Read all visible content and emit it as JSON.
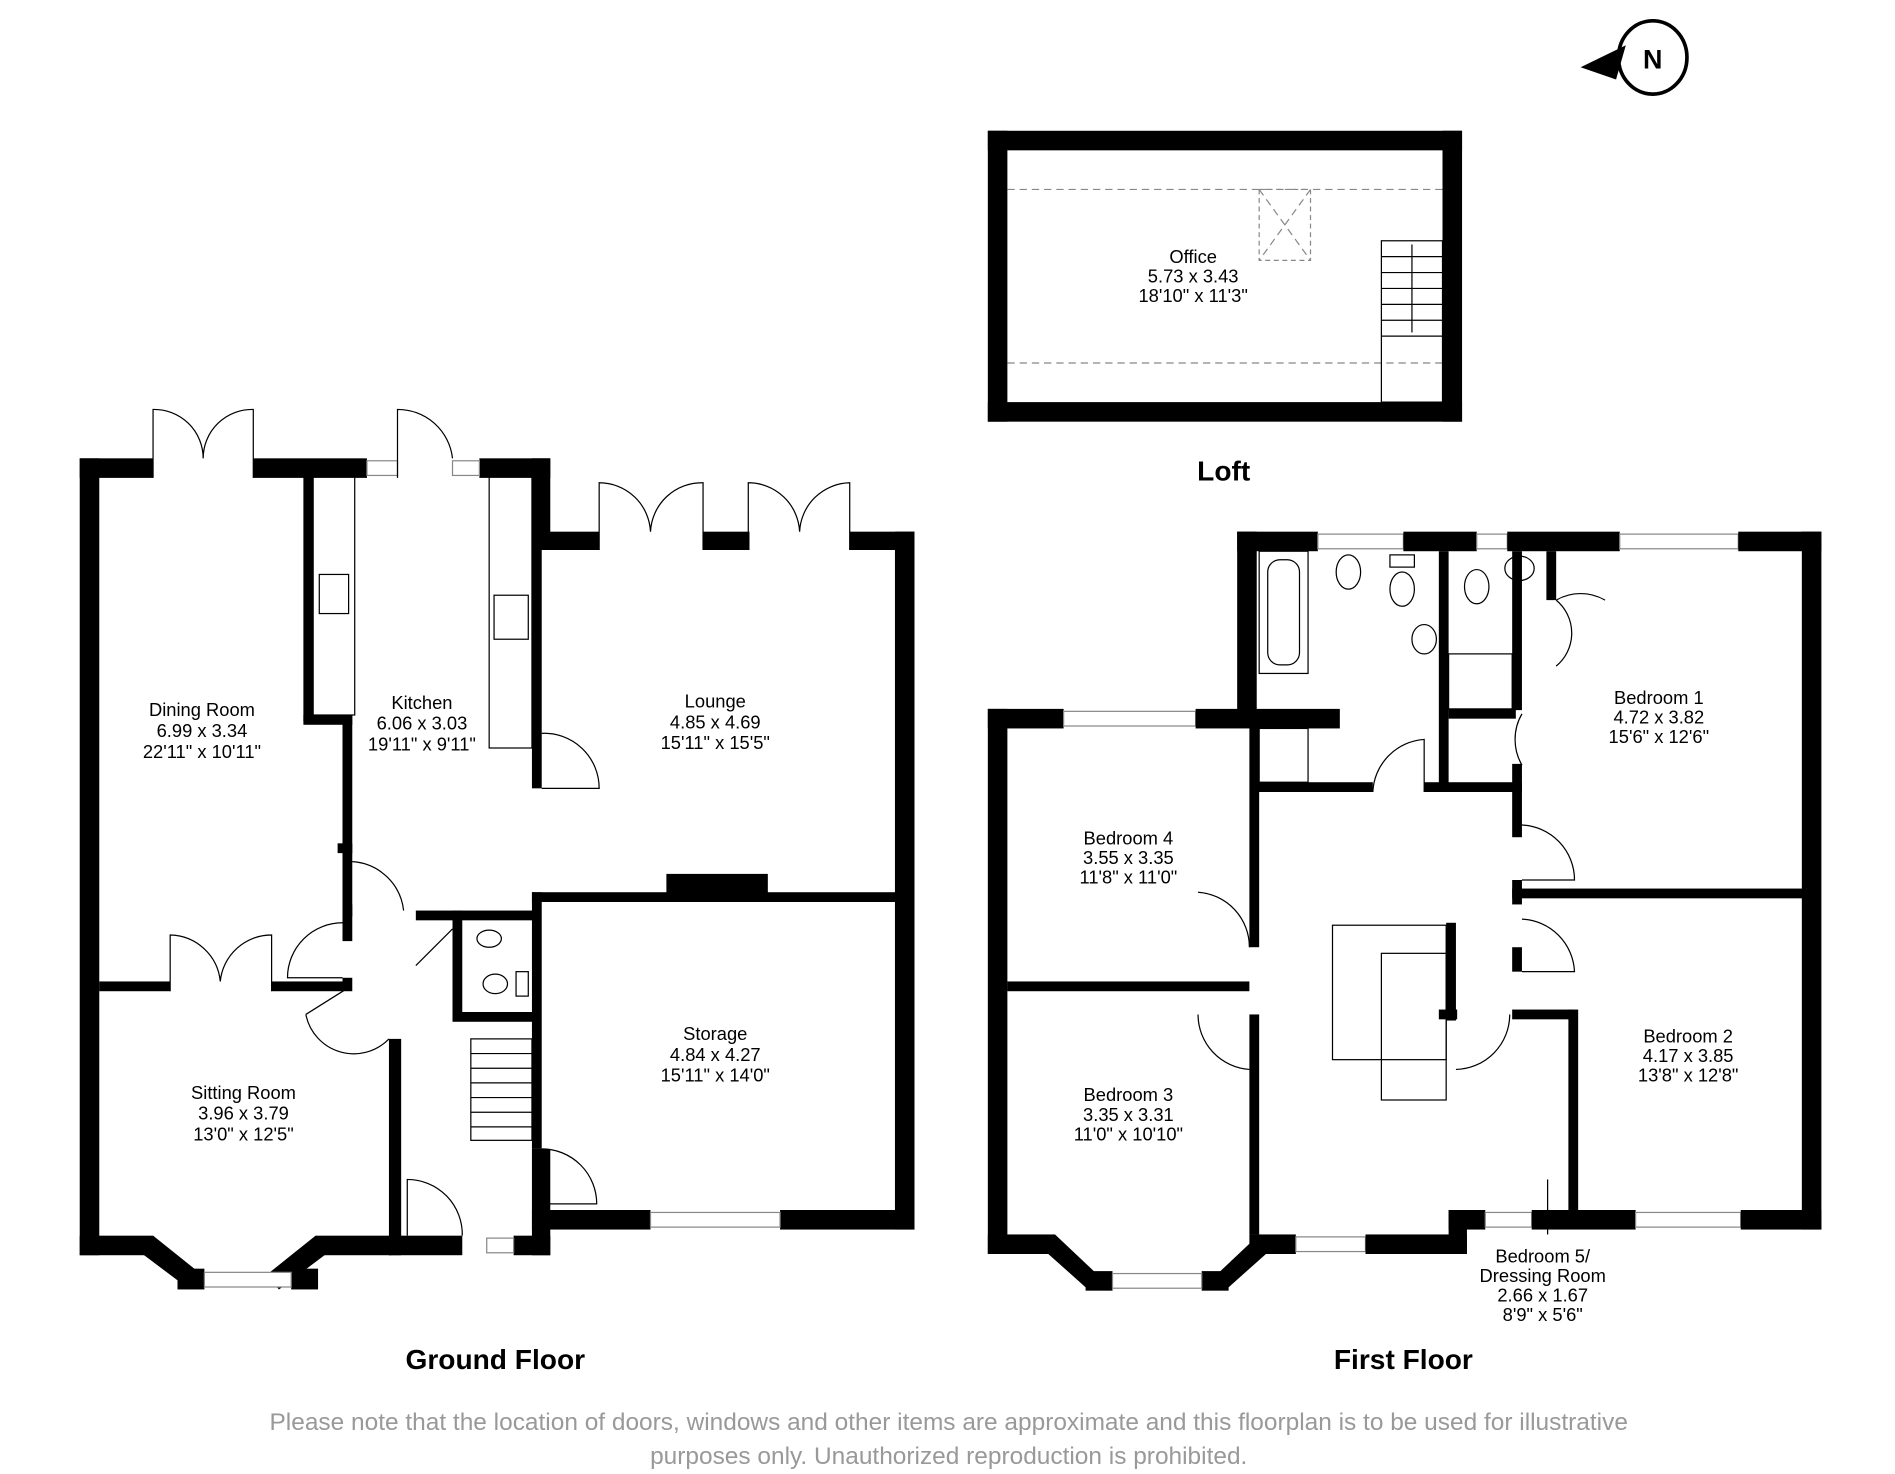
{
  "floors": {
    "ground": "Ground Floor",
    "first": "First Floor",
    "loft": "Loft"
  },
  "rooms": {
    "dining": {
      "name": "Dining Room",
      "metric": "6.99 x 3.34",
      "imperial": "22'11\" x 10'11\""
    },
    "kitchen": {
      "name": "Kitchen",
      "metric": "6.06 x 3.03",
      "imperial": "19'11\" x 9'11\""
    },
    "lounge": {
      "name": "Lounge",
      "metric": "4.85 x 4.69",
      "imperial": "15'11\" x 15'5\""
    },
    "sitting": {
      "name": "Sitting Room",
      "metric": "3.96 x 3.79",
      "imperial": "13'0\" x 12'5\""
    },
    "storage": {
      "name": "Storage",
      "metric": "4.84 x 4.27",
      "imperial": "15'11\" x 14'0\""
    },
    "office": {
      "name": "Office",
      "metric": "5.73 x 3.43",
      "imperial": "18'10\" x 11'3\""
    },
    "bedroom1": {
      "name": "Bedroom 1",
      "metric": "4.72 x 3.82",
      "imperial": "15'6\" x 12'6\""
    },
    "bedroom2": {
      "name": "Bedroom 2",
      "metric": "4.17 x 3.85",
      "imperial": "13'8\" x 12'8\""
    },
    "bedroom3": {
      "name": "Bedroom 3",
      "metric": "3.35 x 3.31",
      "imperial": "11'0\" x 10'10\""
    },
    "bedroom4": {
      "name": "Bedroom 4",
      "metric": "3.55 x 3.35",
      "imperial": "11'8\" x 11'0\""
    },
    "bedroom5": {
      "name": "Bedroom 5/",
      "name2": "Dressing Room",
      "metric": "2.66 x 1.67",
      "imperial": "8'9\" x 5'6\""
    }
  },
  "compass": {
    "label": "N",
    "icon": "north-compass-icon"
  },
  "disclaimer": {
    "line1": "Please note that the location of doors, windows and other items are approximate and this floorplan is to be used for illustrative",
    "line2": "purposes only. Unauthorized reproduction is prohibited."
  }
}
